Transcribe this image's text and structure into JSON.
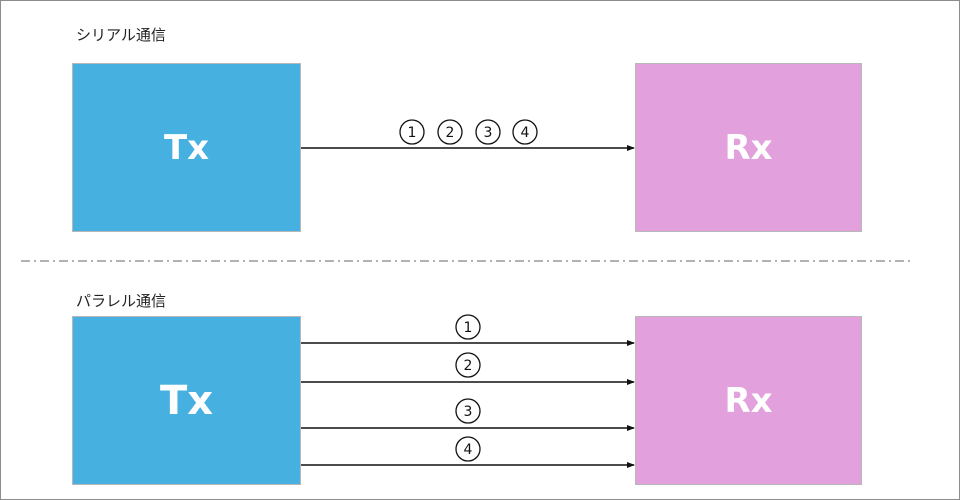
{
  "serial": {
    "label": "シリアル通信",
    "tx_label": "Tx",
    "rx_label": "Rx",
    "bits": [
      "1",
      "2",
      "3",
      "4"
    ]
  },
  "parallel": {
    "label": "パラレル通信",
    "tx_label": "Tx",
    "rx_label": "Rx",
    "bits": [
      "1",
      "2",
      "3",
      "4"
    ]
  },
  "colors": {
    "tx_fill": "#46b0e1",
    "rx_fill": "#e2a0dd",
    "line": "#111111",
    "divider": "#999999"
  }
}
